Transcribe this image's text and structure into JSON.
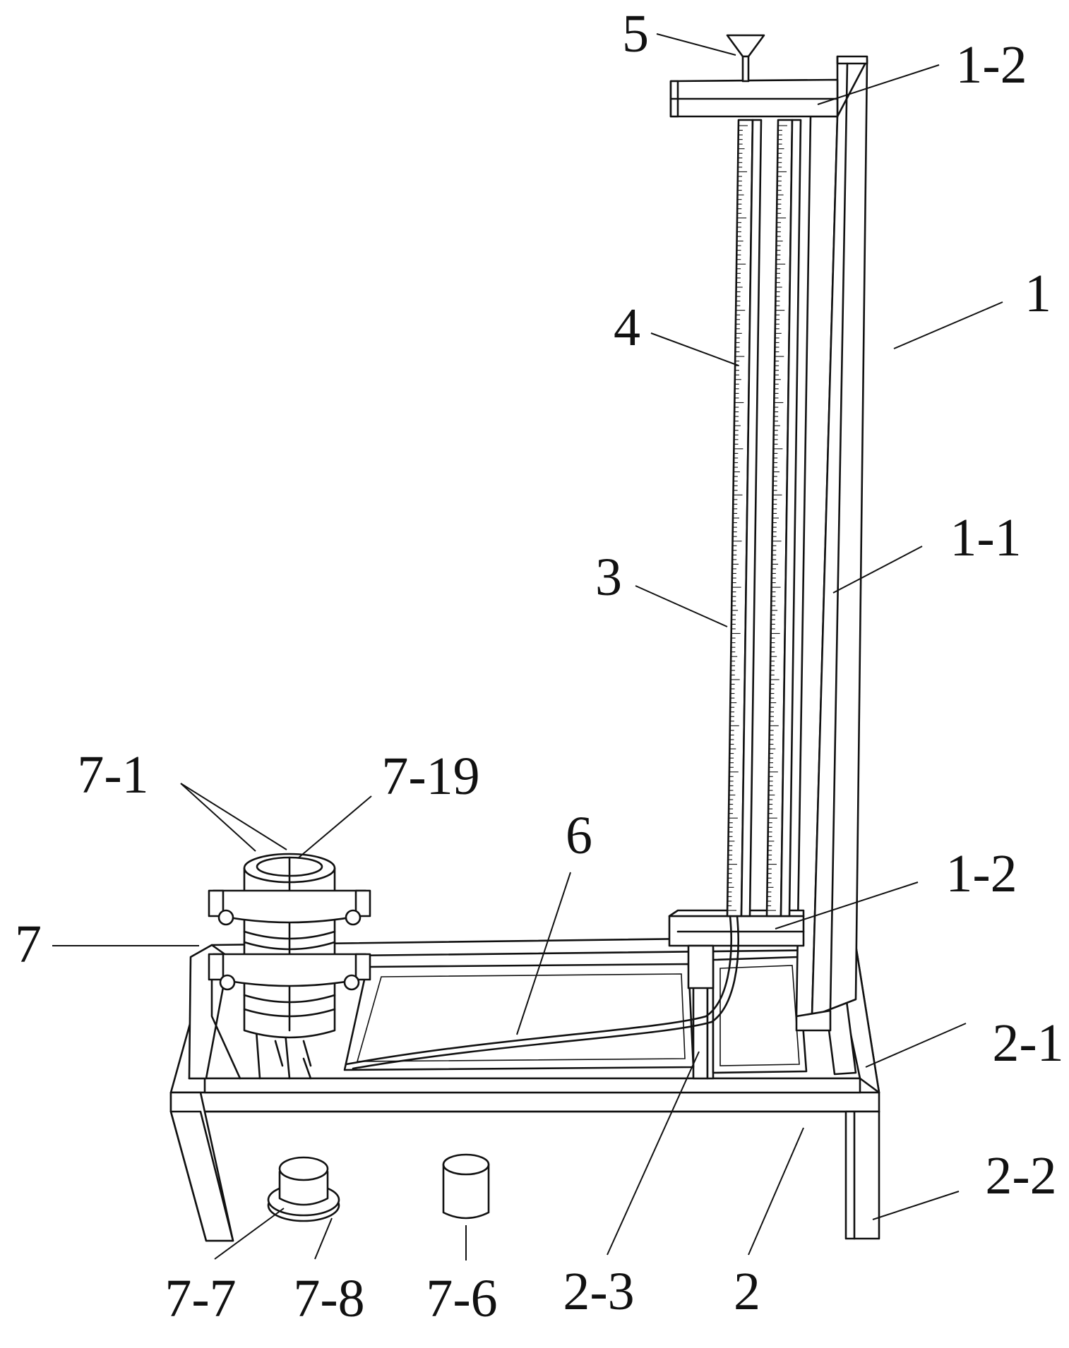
{
  "figure": {
    "labels": {
      "l5": "5",
      "l1_2_top": "1-2",
      "l1": "1",
      "l4": "4",
      "l3": "3",
      "l1_1": "1-1",
      "l7_1": "7-1",
      "l7_19": "7-19",
      "l6": "6",
      "l1_2_bottom": "1-2",
      "l7": "7",
      "l2_1": "2-1",
      "l2_2": "2-2",
      "l7_7": "7-7",
      "l7_8": "7-8",
      "l7_6": "7-6",
      "l2_3": "2-3",
      "l2": "2"
    }
  }
}
